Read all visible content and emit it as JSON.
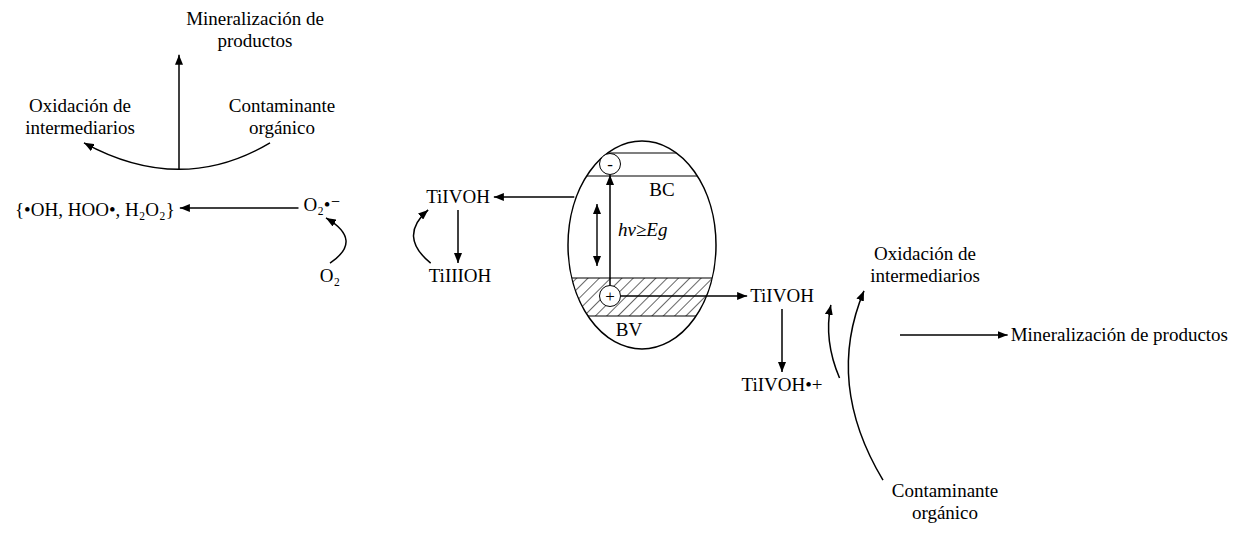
{
  "diagram": {
    "nodes": [
      {
        "text": [
          "Mineralización de productos"
        ]
      },
      {
        "text": [
          "Oxidación de intermediarios"
        ]
      },
      {
        "text": [
          "Contaminante orgánico"
        ]
      },
      {
        "text": [
          "{•OH, HOO•, H₂O₂}"
        ]
      },
      {
        "text": [
          "O₂•⁻"
        ]
      },
      {
        "text": [
          "TiIVOH"
        ]
      },
      {
        "text": [
          "BC",
          "BV"
        ]
      },
      {
        "text": [
          "-"
        ],
        "in": 6
      },
      {
        "text": [
          "+"
        ],
        "in": 6
      },
      {
        "text": [
          "O₂"
        ]
      },
      {
        "text": [
          "TiIIIOH"
        ]
      },
      {
        "text": [
          "TiIVOH"
        ]
      },
      {
        "text": [
          "Oxidación de intermediarios"
        ]
      },
      {
        "text": [
          "Mineralización de productos"
        ]
      },
      {
        "text": [
          "TiIVOH•+"
        ]
      },
      {
        "text": [
          "Contaminante orgánico"
        ]
      }
    ],
    "edges": [
      {
        "from": 2,
        "to": 1,
        "arrow": "to"
      },
      {
        "from": 1,
        "to": 0,
        "arrow": "to"
      },
      {
        "from": 4,
        "to": 3,
        "arrow": "to"
      },
      {
        "from": 9,
        "to": 4,
        "arrow": "to"
      },
      {
        "from": 6,
        "to": 5,
        "arrow": "to"
      },
      {
        "from": 5,
        "to": 10,
        "arrow": "to"
      },
      {
        "from": 10,
        "to": 5,
        "arrow": "to"
      },
      {
        "from": 8,
        "to": 7,
        "label": "hv≥Eg",
        "arrow": "to"
      },
      {
        "from": 8,
        "to": 11,
        "arrow": "to"
      },
      {
        "from": 11,
        "to": 14,
        "arrow": "to"
      },
      {
        "from": 14,
        "to": 11,
        "arrow": "to"
      },
      {
        "from": 15,
        "to": 12,
        "arrow": "to"
      },
      {
        "from": 12,
        "to": 13,
        "arrow": "to"
      }
    ]
  }
}
